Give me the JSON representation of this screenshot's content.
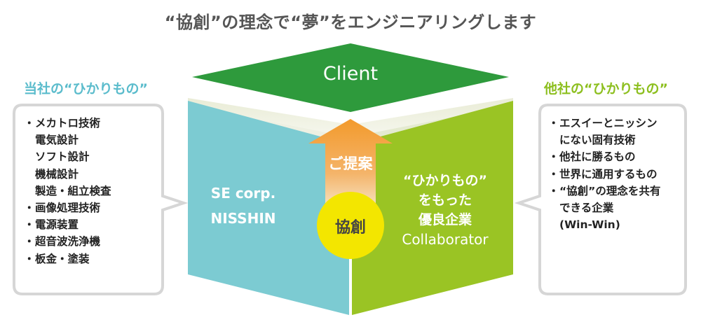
{
  "title": "“協創”の理念で“夢”をエンジニアリングします",
  "left": {
    "heading": "当社の“ひかりもの”",
    "items": [
      {
        "text": "メカトロ技術",
        "bullet": true
      },
      {
        "text": "電気設計",
        "bullet": false
      },
      {
        "text": "ソフト設計",
        "bullet": false
      },
      {
        "text": "機械設計",
        "bullet": false
      },
      {
        "text": "製造・組立検査",
        "bullet": false
      },
      {
        "text": "画像処理技術",
        "bullet": true
      },
      {
        "text": "電源装置",
        "bullet": true
      },
      {
        "text": "超音波洗浄機",
        "bullet": true
      },
      {
        "text": "板金・塗装",
        "bullet": true
      }
    ]
  },
  "right": {
    "heading": "他社の“ひかりもの”",
    "items": [
      {
        "text": "エスイーとニッシン",
        "bullet": true
      },
      {
        "text": "にない固有技術",
        "bullet": false
      },
      {
        "text": "他社に勝るもの",
        "bullet": true
      },
      {
        "text": "世界に通用するもの",
        "bullet": true
      },
      {
        "text": "“協創”の理念を共有",
        "bullet": true
      },
      {
        "text": "できる企業",
        "bullet": false
      },
      {
        "text": "(Win-Win)",
        "bullet": false
      }
    ]
  },
  "box": {
    "client": "Client",
    "se_line1": "SE corp.",
    "se_line2": "NISSHIN",
    "collab_line1": "“ひかりもの”",
    "collab_line2": "をもった",
    "collab_line3": "優良企業",
    "collab_line4": "Collaborator",
    "proposal": "ご提案",
    "co_creation": "協創"
  },
  "colors": {
    "title": "#555555",
    "left_heading": "#5bbccc",
    "right_heading": "#8dbf1f",
    "client_green": "#2e9a3c",
    "se_blue": "#7ccbd2",
    "collab_green": "#9ac424",
    "arrow_orange": "#f08c2a",
    "circle_yellow": "#f3e600",
    "callout_border": "#d6d6d6"
  }
}
